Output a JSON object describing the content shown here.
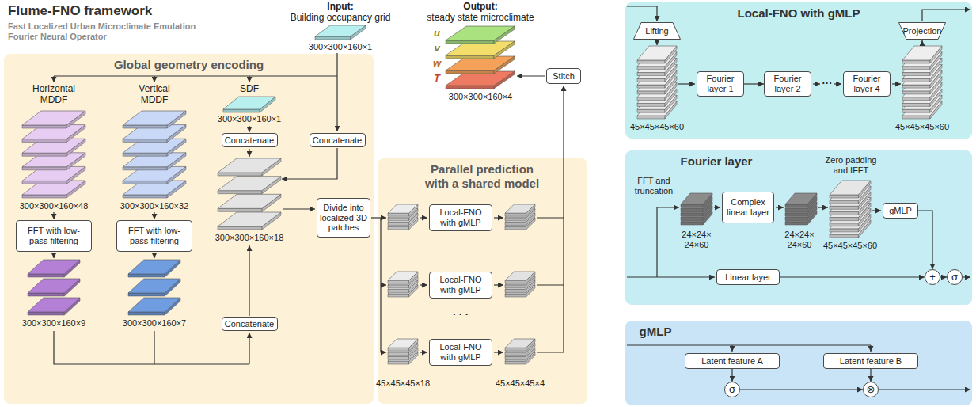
{
  "diagram": {
    "title": "Flume-FNO framework",
    "nodes": [
      {
        "text": [
          "Global geometry encoding"
        ]
      },
      {
        "text": [
          "FFT with low-pass filtering"
        ],
        "in": 0
      },
      {
        "text": [
          "FFT with low-pass filtering"
        ],
        "in": 0
      },
      {
        "text": [
          "Concatenate"
        ],
        "in": 0
      },
      {
        "text": [
          "Concatenate"
        ],
        "in": 0
      },
      {
        "text": [
          "Concatenate"
        ],
        "in": 0
      },
      {
        "text": [
          "Divide into localized 3D patches"
        ],
        "in": 0
      },
      {
        "text": [
          "Stitch"
        ]
      },
      {
        "text": [
          "Parallel prediction with a shared model"
        ]
      },
      {
        "text": [
          "Local-FNO with gMLP"
        ],
        "in": 8
      },
      {
        "text": [
          "Local-FNO with gMLP"
        ],
        "in": 8
      },
      {
        "text": [
          "Local-FNO with gMLP"
        ],
        "in": 8
      },
      {
        "text": [
          "Local-FNO with gMLP"
        ]
      },
      {
        "text": [
          "Lifting"
        ],
        "in": 12
      },
      {
        "text": [
          "Fourier layer 1"
        ],
        "in": 12
      },
      {
        "text": [
          "Fourier layer 2"
        ],
        "in": 12
      },
      {
        "text": [
          "Fourier layer 4"
        ],
        "in": 12
      },
      {
        "text": [
          "Projection"
        ],
        "in": 12
      },
      {
        "text": [
          "Fourier layer"
        ]
      },
      {
        "text": [
          "Complex linear layer"
        ],
        "in": 18
      },
      {
        "text": [
          "gMLP"
        ],
        "in": 18
      },
      {
        "text": [
          "Linear layer"
        ],
        "in": 18
      },
      {
        "text": [
          "+"
        ],
        "in": 18
      },
      {
        "text": [
          "σ"
        ],
        "in": 18
      },
      {
        "text": [
          "gMLP"
        ]
      },
      {
        "text": [
          "Latent feature A"
        ],
        "in": 24
      },
      {
        "text": [
          "Latent feature B"
        ],
        "in": 24
      },
      {
        "text": [
          "σ"
        ],
        "in": 24
      },
      {
        "text": [
          "⊗"
        ],
        "in": 24
      }
    ],
    "edges": [
      {
        "from": 14,
        "to": 15,
        "arrow": "to"
      },
      {
        "from": 20,
        "to": 22,
        "arrow": "to"
      },
      {
        "from": 21,
        "to": 22,
        "arrow": "to"
      },
      {
        "from": 22,
        "to": 23,
        "arrow": "to"
      },
      {
        "from": 25,
        "to": 27,
        "arrow": "to"
      },
      {
        "from": 27,
        "to": 28,
        "arrow": "to"
      },
      {
        "from": 26,
        "to": 28,
        "arrow": "to"
      }
    ],
    "labels": [
      "Fast Localized Urban Microclimate Emulation Fourier Neural Operator",
      "Input:",
      "Building occupancy grid",
      "300×300×160×1",
      "Output:",
      "steady state microclimate",
      "u",
      "v",
      "w",
      "T",
      "300×300×160×4",
      "Horizontal MDDF",
      "Vertical MDDF",
      "SDF",
      "300×300×160×48",
      "300×300×160×32",
      "300×300×160×1",
      "300×300×160×18",
      "300×300×160×9",
      "300×300×160×7",
      "· · ·",
      "45×45×45×18",
      "45×45×45×4",
      "45×45×45×60",
      "···",
      "45×45×45×60",
      "FFT and truncation",
      "24×24× 24×60",
      "24×24× 24×60",
      "Zero padding and IFFT",
      "45×45×45×60"
    ]
  }
}
